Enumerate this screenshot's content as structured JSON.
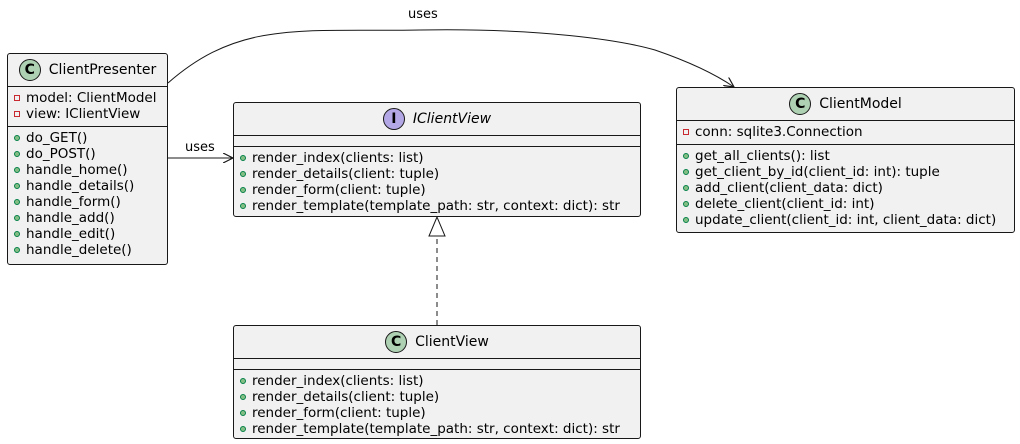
{
  "classes": {
    "client_presenter": {
      "badge": "C",
      "name": "ClientPresenter",
      "fields": [
        "model: ClientModel",
        "view: IClientView"
      ],
      "methods": [
        "do_GET()",
        "do_POST()",
        "handle_home()",
        "handle_details()",
        "handle_form()",
        "handle_add()",
        "handle_edit()",
        "handle_delete()"
      ]
    },
    "iclient_view": {
      "badge": "I",
      "name": "IClientView",
      "methods": [
        "render_index(clients: list)",
        "render_details(client: tuple)",
        "render_form(client: tuple)",
        "render_template(template_path: str, context: dict): str"
      ]
    },
    "client_model": {
      "badge": "C",
      "name": "ClientModel",
      "fields": [
        "conn: sqlite3.Connection"
      ],
      "methods": [
        "get_all_clients(): list",
        "get_client_by_id(client_id: int): tuple",
        "add_client(client_data: dict)",
        "delete_client(client_id: int)",
        "update_client(client_id: int, client_data: dict)"
      ]
    },
    "client_view": {
      "badge": "C",
      "name": "ClientView",
      "methods": [
        "render_index(clients: list)",
        "render_details(client: tuple)",
        "render_form(client: tuple)",
        "render_template(template_path: str, context: dict): str"
      ]
    }
  },
  "relations": {
    "presenter_to_model": "uses",
    "presenter_to_view": "uses"
  },
  "colors": {
    "class_fill": "#f1f1f1",
    "border": "#181818",
    "class_badge": "#add1b2",
    "interface_badge": "#b4a7e5",
    "public_dot": "#84be84",
    "private_square": "#c82930"
  }
}
